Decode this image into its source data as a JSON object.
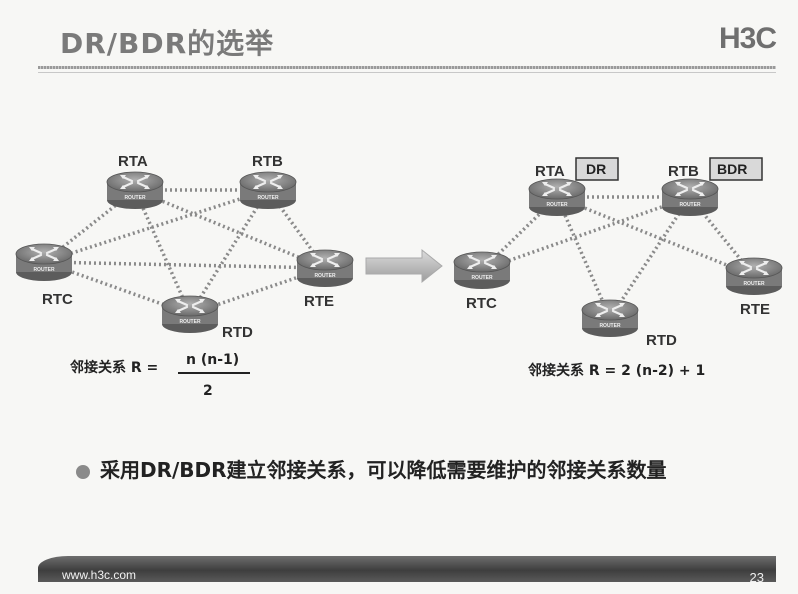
{
  "slide": {
    "title": "DR/BDR的选举",
    "logo": "H3C",
    "footer_url": "www.h3c.com",
    "page_number": "23"
  },
  "left_diagram": {
    "routers": [
      {
        "id": "RTA",
        "label": "RTA"
      },
      {
        "id": "RTB",
        "label": "RTB"
      },
      {
        "id": "RTC",
        "label": "RTC"
      },
      {
        "id": "RTD",
        "label": "RTD"
      },
      {
        "id": "RTE",
        "label": "RTE"
      }
    ],
    "formula_prefix": "邻接关系 R =",
    "formula_numerator": "n (n-1)",
    "formula_denominator": "2"
  },
  "right_diagram": {
    "routers": [
      {
        "id": "RTA",
        "label": "RTA",
        "role": "DR"
      },
      {
        "id": "RTB",
        "label": "RTB",
        "role": "BDR"
      },
      {
        "id": "RTC",
        "label": "RTC"
      },
      {
        "id": "RTD",
        "label": "RTD"
      },
      {
        "id": "RTE",
        "label": "RTE"
      }
    ],
    "formula": "邻接关系 R = 2 (n-2) + 1"
  },
  "router_icon_text": "ROUTER",
  "bullet": {
    "text": "采用DR/BDR建立邻接关系，可以降低需要维护的邻接关系数量"
  },
  "colors": {
    "title": "#7a7a7a",
    "router_body": "#8c8c8c",
    "link": "#8a8a8a",
    "role_box": "#d9d9d9"
  }
}
